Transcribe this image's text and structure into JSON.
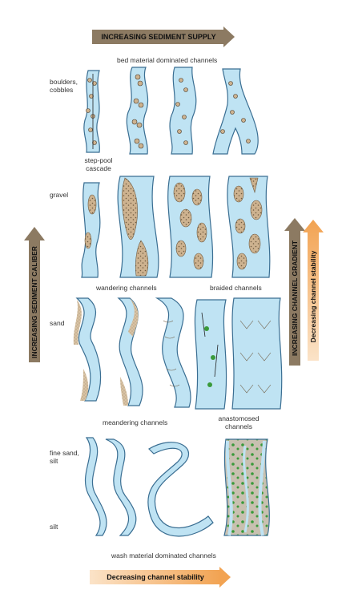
{
  "top_arrow": {
    "label": "INCREASING SEDIMENT SUPPLY",
    "color": "#8c7a62"
  },
  "bottom_arrow": {
    "label": "Decreasing channel stability",
    "color": "#f2a352"
  },
  "left_arrow": {
    "label": "INCREASING SEDIMENT CALIBER",
    "color": "#8c7a62"
  },
  "right_arrow_1": {
    "label": "INCREASING CHANNEL GRADIENT",
    "color": "#8c7a62"
  },
  "right_arrow_2": {
    "label": "Decreasing channel stability",
    "color": "#f2a352"
  },
  "captions": {
    "top": "bed material dominated channels",
    "bottom": "wash material dominated channels",
    "step_pool": "step-pool\ncascade",
    "wandering": "wandering channels",
    "braided": "braided channels",
    "meandering": "meandering channels",
    "anastomosed": "anastomosed\nchannels"
  },
  "row_labels": {
    "boulders": "boulders,\ncobbles",
    "gravel": "gravel",
    "sand": "sand",
    "fine_sand": "fine sand,\nsilt",
    "silt": "silt"
  },
  "colors": {
    "water": "#bfe3f3",
    "outline": "#3a6e92",
    "sediment": "#cdb28f",
    "vegetation": "#3a9a3a"
  }
}
